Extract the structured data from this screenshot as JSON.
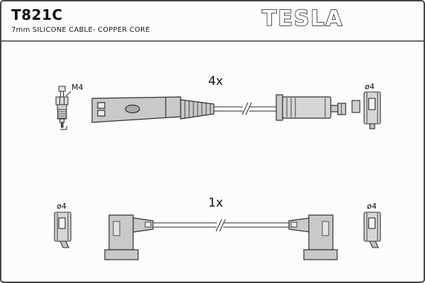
{
  "header": {
    "part_number": "T821C",
    "subtitle": "7mm SILICONE CABLE- COPPER CORE",
    "brand": "TESLA"
  },
  "diagram": {
    "top_assembly": {
      "quantity": "4x",
      "thread_label": "M4",
      "terminal_label": "ø4"
    },
    "bottom_assembly": {
      "quantity": "1x",
      "terminal_label_left": "ø4",
      "terminal_label_right": "ø4"
    }
  },
  "colors": {
    "outline": "#2e2e2e",
    "connector_fill": "#c9c9c9",
    "brand_outline": "#141414",
    "background": "#fcfcfc"
  }
}
